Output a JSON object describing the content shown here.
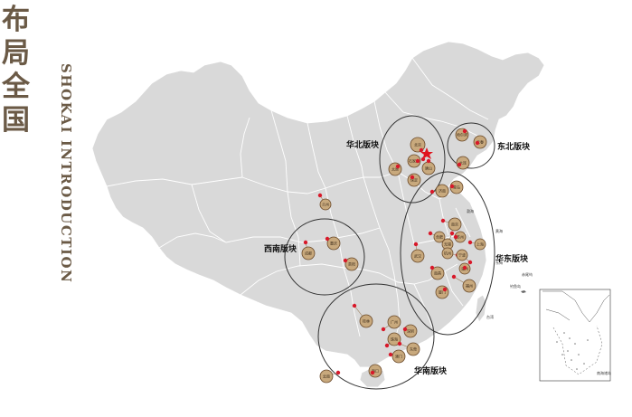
{
  "header": {
    "title_lines": [
      "布",
      "局",
      "全",
      "国"
    ],
    "subtitle": "SHOKAI INTRODUCTION"
  },
  "colors": {
    "brand": "#6b5a46",
    "land": "#d9d9d9",
    "border": "#ffffff",
    "city_fill": "#c8a97d",
    "city_stroke": "#6b4a2a",
    "dot": "#d8192a",
    "star": "#e0141e",
    "circle": "#333333"
  },
  "regions": {
    "north": "华北版块",
    "northeast": "东北版块",
    "southwest": "西南版块",
    "east": "华东版块",
    "south": "华南版块"
  },
  "cities": [
    {
      "id": "beijing",
      "label": "北京",
      "region": "north"
    },
    {
      "id": "tangshan",
      "label": "唐山",
      "region": "north"
    },
    {
      "id": "taiyuan",
      "label": "太原",
      "region": "north"
    },
    {
      "id": "shijiazhuang",
      "label": "石家庄",
      "region": "north"
    },
    {
      "id": "baoding",
      "label": "保定",
      "region": "north"
    },
    {
      "id": "langfang",
      "label": "廊坊",
      "region": "north"
    },
    {
      "id": "harbin",
      "label": "哈尔滨",
      "region": "northeast"
    },
    {
      "id": "changchun",
      "label": "长春",
      "region": "northeast"
    },
    {
      "id": "dalian",
      "label": "大连",
      "region": "northeast"
    },
    {
      "id": "jinan",
      "label": "济南",
      "region": "east"
    },
    {
      "id": "qingdao",
      "label": "青岛",
      "region": "east"
    },
    {
      "id": "nanjing",
      "label": "南京",
      "region": "east"
    },
    {
      "id": "wuxi",
      "label": "无锡",
      "region": "east"
    },
    {
      "id": "suzhou",
      "label": "苏州",
      "region": "east"
    },
    {
      "id": "shanghai",
      "label": "上海",
      "region": "east"
    },
    {
      "id": "hangzhou",
      "label": "杭州",
      "region": "east"
    },
    {
      "id": "ningbo",
      "label": "宁波",
      "region": "east"
    },
    {
      "id": "hefei",
      "label": "合肥",
      "region": "east"
    },
    {
      "id": "wuhan",
      "label": "武汉",
      "region": "east"
    },
    {
      "id": "nanchang",
      "label": "南昌",
      "region": "east"
    },
    {
      "id": "wenzhou",
      "label": "温州",
      "region": "east"
    },
    {
      "id": "fuzhou",
      "label": "福州",
      "region": "east"
    },
    {
      "id": "xiamen",
      "label": "厦门",
      "region": "east"
    },
    {
      "id": "lanzhou",
      "label": "兰州",
      "region": "other"
    },
    {
      "id": "chengdu",
      "label": "成都",
      "region": "southwest"
    },
    {
      "id": "chongqing",
      "label": "重庆",
      "region": "southwest"
    },
    {
      "id": "guiyang",
      "label": "贵阳",
      "region": "southwest"
    },
    {
      "id": "guilin",
      "label": "桂林",
      "region": "south"
    },
    {
      "id": "guangzhou",
      "label": "广州",
      "region": "south"
    },
    {
      "id": "shenzhen",
      "label": "深圳",
      "region": "south"
    },
    {
      "id": "zhuhai",
      "label": "珠海",
      "region": "south"
    },
    {
      "id": "dongguan",
      "label": "东莞",
      "region": "south"
    },
    {
      "id": "aomen",
      "label": "澳门",
      "region": "south"
    },
    {
      "id": "kunming",
      "label": "云南",
      "region": "south"
    },
    {
      "id": "haikou",
      "label": "海口",
      "region": "south"
    }
  ],
  "sea_labels": {
    "bohai": "渤海",
    "yellow_sea": "黄海",
    "east_china_sea": "东海",
    "taiwan": "台湾",
    "diaoyu": "钓鱼岛",
    "chiwei": "赤尾屿"
  },
  "inset": {
    "label": "南海诸岛"
  }
}
